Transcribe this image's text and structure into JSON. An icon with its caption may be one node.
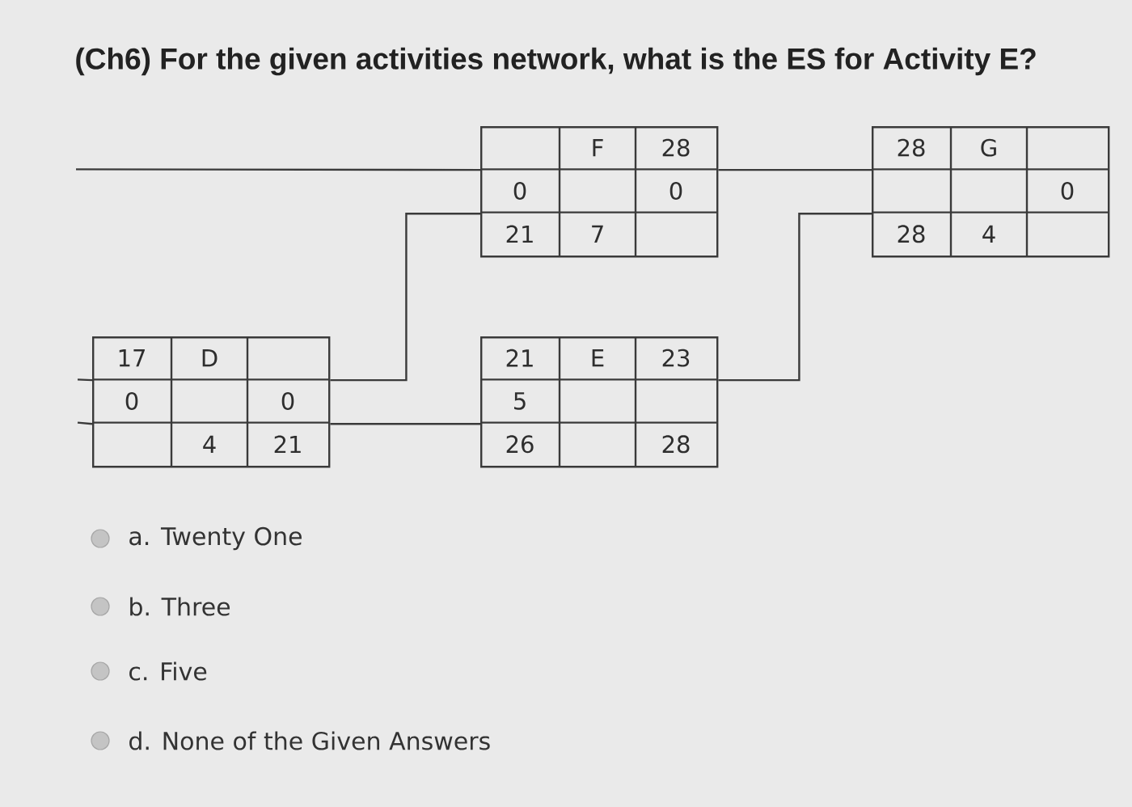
{
  "diagram": {
    "title": "(Ch6) For the given activities network, what is the ES for Activity E?",
    "nodes": [
      {
        "text": [
          "F",
          "28",
          "0",
          "0",
          "21",
          "7"
        ]
      },
      {
        "text": [
          "28",
          "G",
          "0",
          "28",
          "4"
        ]
      },
      {
        "text": [
          "17",
          "D",
          "0",
          "0",
          "4",
          "21"
        ]
      },
      {
        "text": [
          "21",
          "E",
          "23",
          "5",
          "26",
          "28"
        ]
      }
    ],
    "edges": [
      {
        "from": null,
        "to": 0,
        "arrow": "none"
      },
      {
        "from": 0,
        "to": 1,
        "arrow": "none"
      },
      {
        "from": null,
        "to": 2,
        "arrow": "none"
      },
      {
        "from": null,
        "to": 2,
        "arrow": "none"
      },
      {
        "from": 2,
        "to": 0,
        "arrow": "none"
      },
      {
        "from": 2,
        "to": 3,
        "arrow": "none"
      },
      {
        "from": 3,
        "to": 1,
        "arrow": "none"
      }
    ],
    "labels": [
      "a. Twenty One",
      "b. Three",
      "c. Five",
      "d. None of the Given Answers"
    ]
  }
}
